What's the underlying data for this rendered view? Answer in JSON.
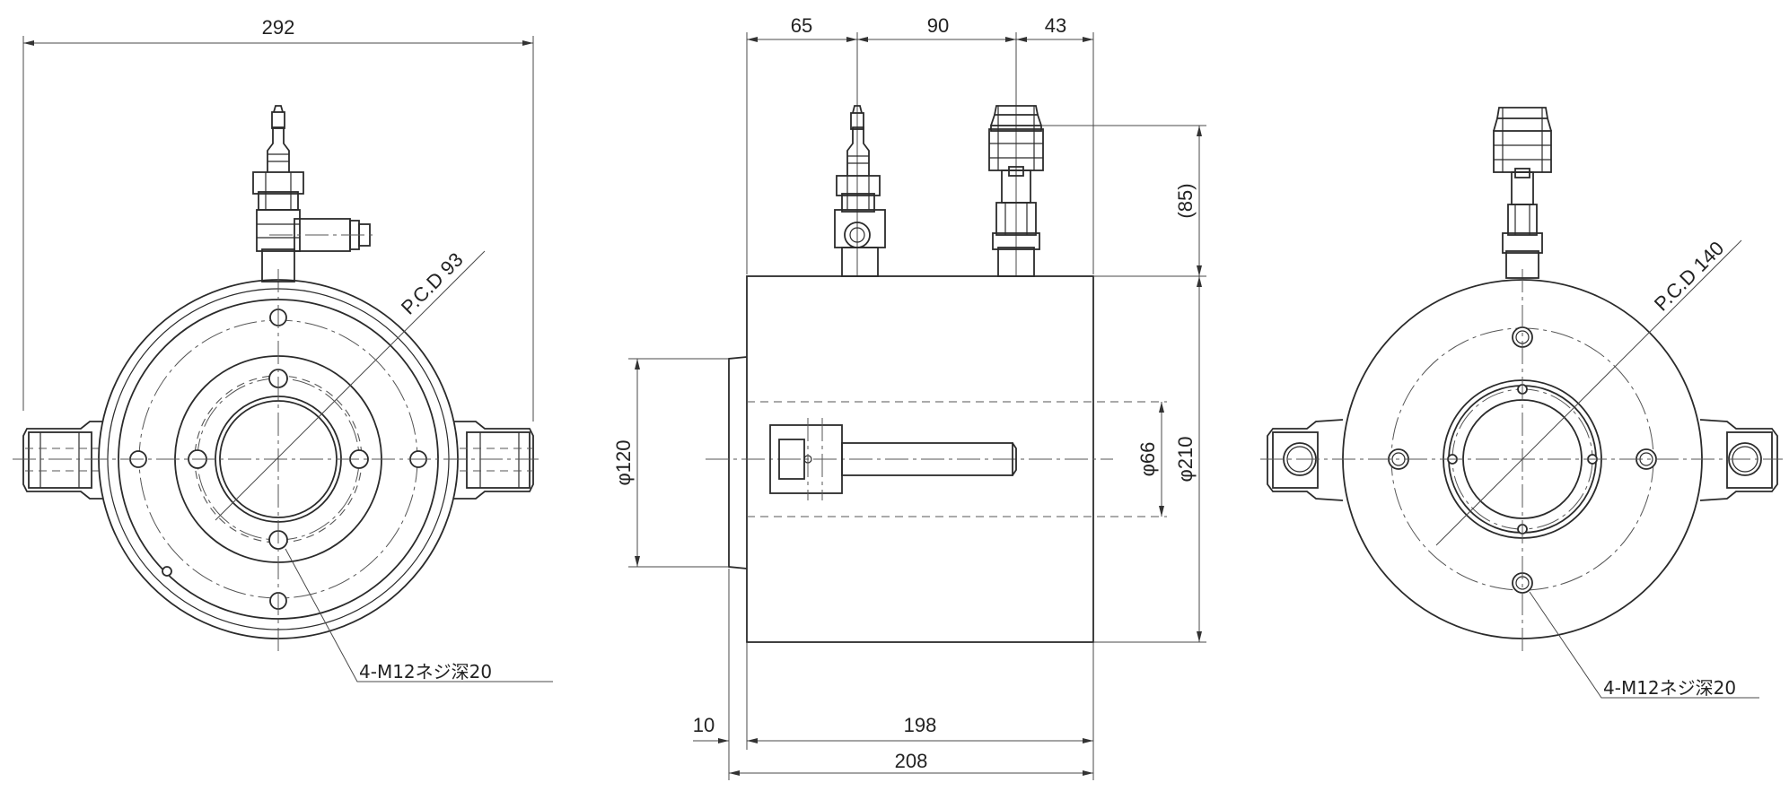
{
  "dimensions": {
    "overall_width_left": "292",
    "top_65": "65",
    "top_90": "90",
    "top_43": "43",
    "height_85": "(85)",
    "dia_120": "φ120",
    "dia_66": "φ66",
    "dia_210": "φ210",
    "bottom_10": "10",
    "bottom_198": "198",
    "bottom_208": "208"
  },
  "labels": {
    "pcd_left": "P.C.D 93",
    "pcd_right": "P.C.D 140",
    "thread_left": "4-M12ネジ深20",
    "thread_right": "4-M12ネジ深20"
  }
}
